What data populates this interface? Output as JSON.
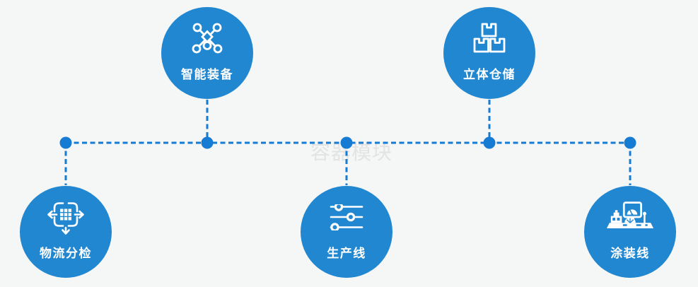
{
  "watermark": {
    "text": "容器模块"
  },
  "colors": {
    "background": "#f5f6f6",
    "node_fill": "#2287d1",
    "connector": "#167bd2",
    "icon_stroke": "#ffffff",
    "label_text": "#ffffff",
    "watermark_text": "#e3e3e3"
  },
  "nodes": [
    {
      "id": "smart-equipment",
      "label": "智能装备",
      "icon": "network-nodes-icon",
      "position": "top-left"
    },
    {
      "id": "stereo-warehouse",
      "label": "立体仓储",
      "icon": "stacked-boxes-icon",
      "position": "top-right"
    },
    {
      "id": "logistics-sorting",
      "label": "物流分检",
      "icon": "distribute-arrows-icon",
      "position": "bottom-left"
    },
    {
      "id": "production-line",
      "label": "生产线",
      "icon": "sliders-icon",
      "position": "bottom-center"
    },
    {
      "id": "coating-line",
      "label": "涂装线",
      "icon": "machine-console-icon",
      "position": "bottom-right"
    }
  ]
}
